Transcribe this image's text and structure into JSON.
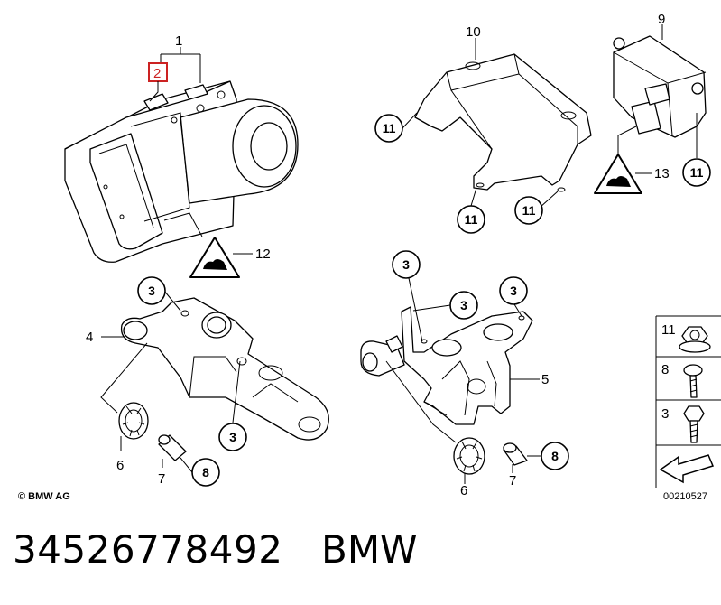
{
  "diagram": {
    "labels": {
      "item_1": "1",
      "item_2": "2",
      "item_4": "4",
      "item_5": "5",
      "item_6a": "6",
      "item_6b": "6",
      "item_7a": "7",
      "item_7b": "7",
      "item_9": "9",
      "item_10": "10",
      "item_12": "12",
      "item_13": "13"
    },
    "callouts": {
      "c11_a": "11",
      "c11_b": "11",
      "c11_c": "11",
      "c11_d": "11",
      "c3_a": "3",
      "c3_b": "3",
      "c3_c": "3",
      "c3_d": "3",
      "c3_e": "3",
      "c8_a": "8",
      "c8_b": "8"
    },
    "legend": {
      "row_11": "11",
      "row_8": "8",
      "row_3": "3",
      "diagram_code": "00210527"
    },
    "copyright": "© BMW AG",
    "highlight_color": "#cc2222"
  },
  "footer": {
    "part_number": "34526778492",
    "brand": "BMW"
  }
}
